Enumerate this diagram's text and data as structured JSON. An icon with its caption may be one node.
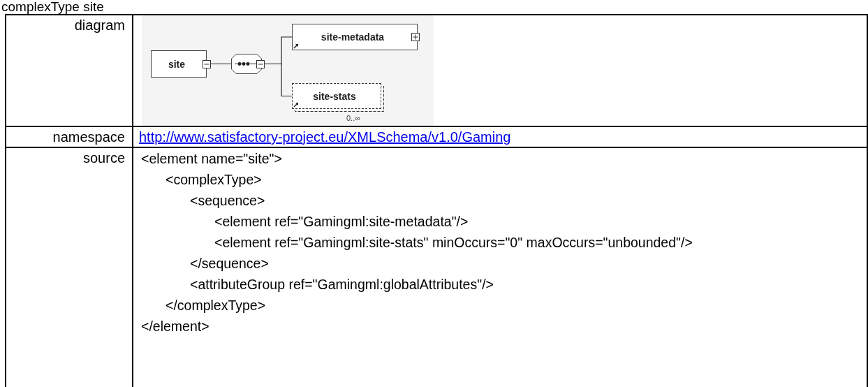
{
  "diagram": {
    "title": "complexType site",
    "nodes": [
      {
        "text": [
          "site"
        ]
      },
      {
        "text": [],
        "shape": "octagon"
      },
      {
        "text": [
          "site-metadata"
        ]
      },
      {
        "text": [
          "site-stats"
        ],
        "beside": [
          "0..∞"
        ]
      }
    ],
    "edges": [
      {
        "from": 0,
        "to": 1,
        "arrow": "none"
      },
      {
        "from": 1,
        "to": 2,
        "arrow": "none"
      },
      {
        "from": 1,
        "to": 3,
        "arrow": "none"
      }
    ],
    "labels": [
      "diagram",
      "namespace",
      "http://www.satisfactory-project.eu/XMLSchema/v1.0/Gaming",
      "source",
      "<element name=\"site\">",
      "<complexType>",
      "<sequence>",
      "<element ref=\"Gamingml:site-metadata\"/>",
      "<element ref=\"Gamingml:site-stats\" minOccurs=\"0\" maxOccurs=\"unbounded\"/>",
      "</sequence>",
      "<attributeGroup ref=\"Gamingml:globalAttributes\"/>",
      "</complexType>",
      "</element>"
    ]
  }
}
